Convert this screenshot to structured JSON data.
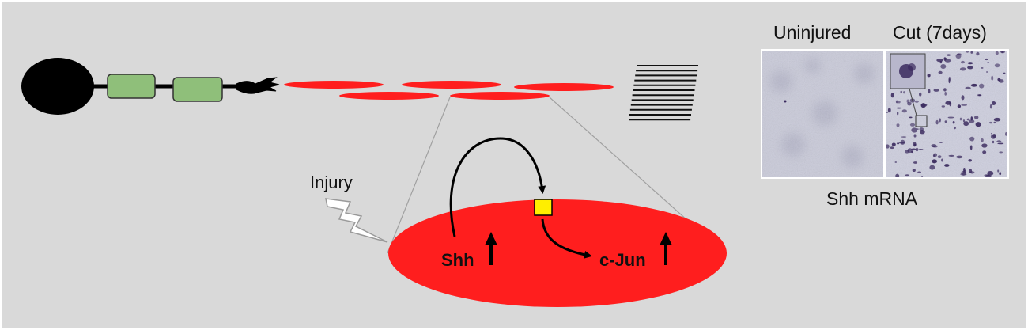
{
  "labels": {
    "injury": "Injury",
    "shh": "Shh",
    "cjun": "c-Jun",
    "uninjured": "Uninjured",
    "cut": "Cut (7days)",
    "mrna": "Shh mRNA"
  },
  "colors": {
    "background": "#d9d9d9",
    "schwann_cell": "#ff1e1e",
    "myelin_segment": "#8fbf7a",
    "neuron_body": "#000000",
    "receptor_box": "#ffee00",
    "micrograph_base": "#c9cad9",
    "stain": "#3a2a5e"
  },
  "icons": {
    "injury_symbol": "lightning-bolt-icon",
    "upregulation": "up-arrow-icon",
    "axon_terminal": "growth-cone-icon"
  }
}
